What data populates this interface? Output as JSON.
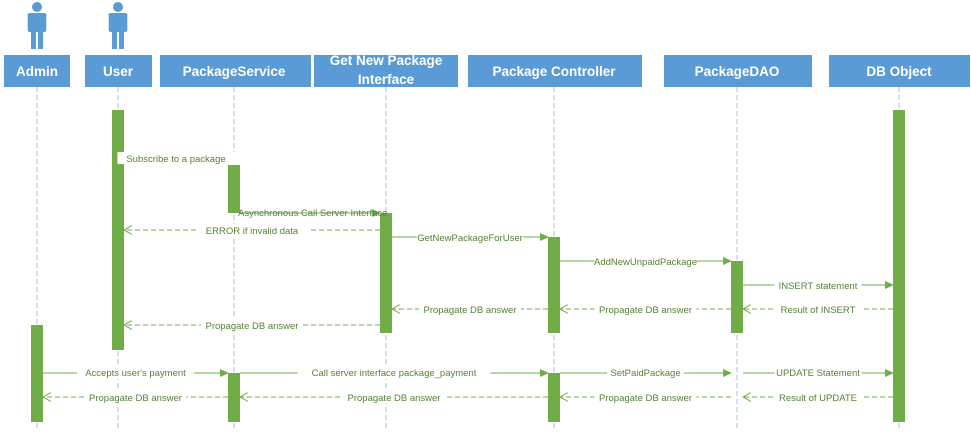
{
  "diagram": {
    "type": "sequence",
    "participants": [
      {
        "name": "Admin",
        "actor": true
      },
      {
        "name": "User",
        "actor": true
      },
      {
        "name": "PackageService",
        "actor": false
      },
      {
        "name": "Get New Package Interface",
        "actor": false
      },
      {
        "name": "Package Controller",
        "actor": false
      },
      {
        "name": "PackageDAO",
        "actor": false
      },
      {
        "name": "DB Object",
        "actor": false
      }
    ],
    "messages": [
      {
        "from": "User",
        "to": "PackageService",
        "label": "Subscribe to a package",
        "kind": "call"
      },
      {
        "from": "PackageService",
        "to": "Get New Package Interface",
        "label": "Asynchronous Call Server Interface",
        "kind": "async"
      },
      {
        "from": "Get New Package Interface",
        "to": "User",
        "label": "ERROR if invalid data",
        "kind": "return"
      },
      {
        "from": "Get New Package Interface",
        "to": "Package Controller",
        "label": "GetNewPackageForUser",
        "kind": "call"
      },
      {
        "from": "Package Controller",
        "to": "PackageDAO",
        "label": "AddNewUnpaidPackage",
        "kind": "call"
      },
      {
        "from": "PackageDAO",
        "to": "DB Object",
        "label": "INSERT statement",
        "kind": "call"
      },
      {
        "from": "DB Object",
        "to": "PackageDAO",
        "label": "Result of INSERT",
        "kind": "return"
      },
      {
        "from": "PackageDAO",
        "to": "Package Controller",
        "label": "Propagate DB answer",
        "kind": "return"
      },
      {
        "from": "Package Controller",
        "to": "Get New Package Interface",
        "label": "Propagate DB answer",
        "kind": "return"
      },
      {
        "from": "Get New Package Interface",
        "to": "User",
        "label": "Propagate DB answer",
        "kind": "return"
      },
      {
        "from": "Admin",
        "to": "PackageService",
        "label": "Accepts user's payment",
        "kind": "call"
      },
      {
        "from": "PackageService",
        "to": "Package Controller",
        "label": "Call server interface package_payment",
        "kind": "call"
      },
      {
        "from": "Package Controller",
        "to": "PackageDAO",
        "label": "SetPaidPackage",
        "kind": "call"
      },
      {
        "from": "PackageDAO",
        "to": "DB Object",
        "label": "UPDATE Statement",
        "kind": "call"
      },
      {
        "from": "DB Object",
        "to": "PackageDAO",
        "label": "Result of UPDATE",
        "kind": "return"
      },
      {
        "from": "PackageDAO",
        "to": "Package Controller",
        "label": "Propagate DB answer",
        "kind": "return"
      },
      {
        "from": "Package Controller",
        "to": "PackageService",
        "label": "Propagate DB answer",
        "kind": "return"
      },
      {
        "from": "PackageService",
        "to": "Admin",
        "label": "Propagate DB answer",
        "kind": "return"
      }
    ],
    "colors": {
      "header_fill": "#5B9BD5",
      "header_text": "#ffffff",
      "actor": "#5B9BD5",
      "lifeline": "#9DC3E6",
      "activation": "#70AD47",
      "arrow": "#70AD47",
      "label": "#548235"
    }
  }
}
